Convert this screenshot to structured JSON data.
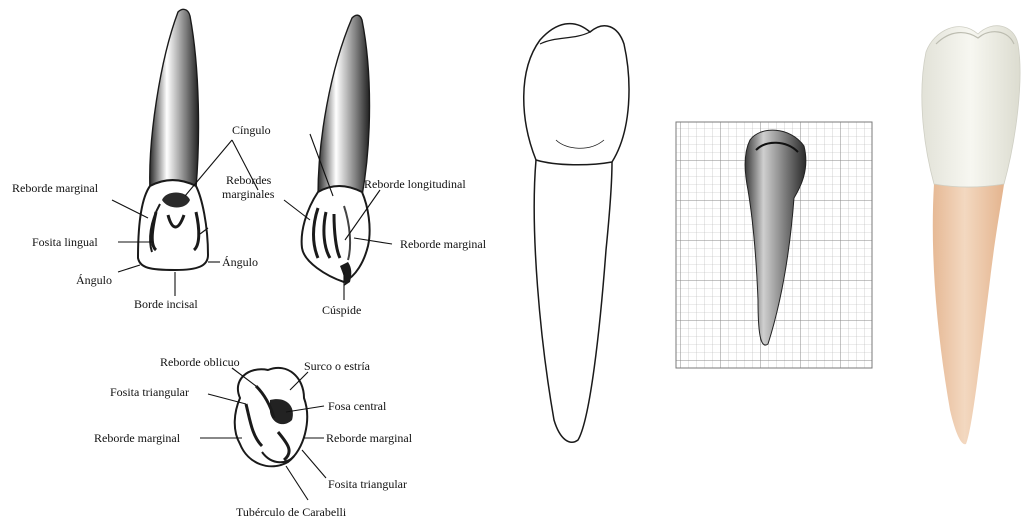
{
  "colors": {
    "ink": "#1a1a1a",
    "grid_line": "#9a9a9a",
    "crown_enamel": "#efeee6",
    "root_dentin": "#e9c7a6"
  },
  "anterior_lingual": {
    "labels": {
      "cingulo": "Cíngulo",
      "reborde_marginal": "Reborde marginal",
      "fosita_lingual": "Fosita lingual",
      "angulo_left": "Ángulo",
      "angulo_right": "Ángulo",
      "borde_incisal": "Borde incisal"
    }
  },
  "canine_lingual": {
    "labels": {
      "rebordes_marginales_1": "Rebordes",
      "rebordes_marginales_2": "marginales",
      "reborde_longitudinal": "Reborde longitudinal",
      "reborde_marginal": "Reborde marginal",
      "cuspide": "Cúspide"
    }
  },
  "molar_occlusal": {
    "labels": {
      "reborde_oblicuo": "Reborde oblicuo",
      "surco_estria": "Surco o estría",
      "fosita_triangular_top": "Fosita triangular",
      "fosa_central": "Fosa central",
      "reborde_marginal_left": "Reborde marginal",
      "reborde_marginal_right": "Reborde marginal",
      "fosita_triangular_bottom": "Fosita triangular",
      "tuberculo_carabelli": "Tubérculo de Carabelli"
    }
  }
}
